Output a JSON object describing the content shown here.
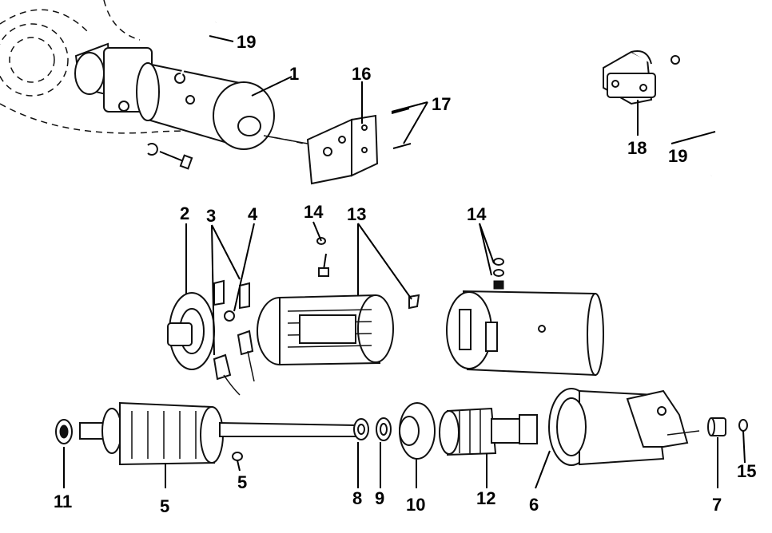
{
  "callouts": {
    "c1": "1",
    "c2": "2",
    "c3": "3",
    "c4": "4",
    "c5a": "5",
    "c5b": "5",
    "c6": "6",
    "c7": "7",
    "c8": "8",
    "c9": "9",
    "c10": "10",
    "c11": "11",
    "c12": "12",
    "c13": "13",
    "c14a": "14",
    "c14b": "14",
    "c15": "15",
    "c16": "16",
    "c17": "17",
    "c18": "18",
    "c19a": "19",
    "c19b": "19"
  }
}
